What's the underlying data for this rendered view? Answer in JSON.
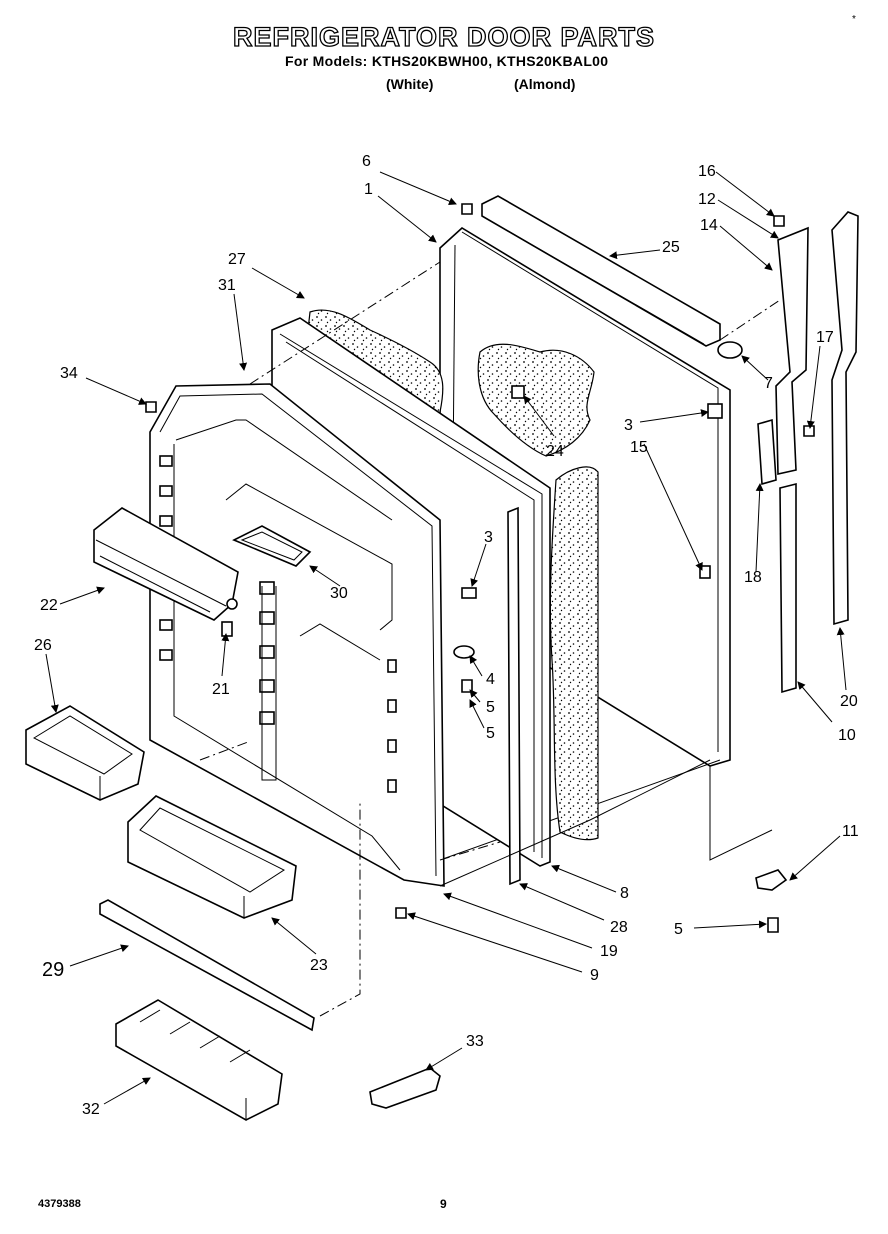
{
  "header": {
    "title": "REFRIGERATOR DOOR PARTS",
    "models_line": "For Models: KTHS20KBWH00, KTHS20KBAL00",
    "variant_white": "(White)",
    "variant_almond": "(Almond)"
  },
  "callouts": [
    "1",
    "3",
    "3",
    "4",
    "5",
    "5",
    "5",
    "6",
    "7",
    "8",
    "9",
    "10",
    "11",
    "12",
    "14",
    "15",
    "16",
    "17",
    "18",
    "19",
    "20",
    "21",
    "22",
    "23",
    "24",
    "25",
    "26",
    "27",
    "28",
    "29",
    "30",
    "31",
    "32",
    "33",
    "34"
  ],
  "footer": {
    "doc_number": "4379388",
    "page_number": "9"
  }
}
